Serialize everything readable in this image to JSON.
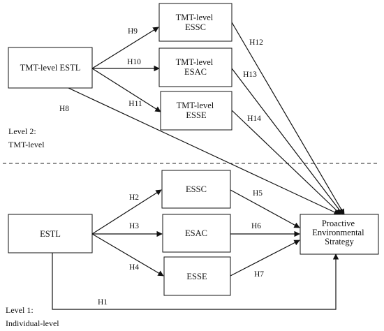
{
  "nodes": {
    "tmt_estl": {
      "label": [
        "TMT-level ESTL"
      ]
    },
    "tmt_essc": {
      "label": [
        "TMT-level",
        "ESSC"
      ]
    },
    "tmt_esac": {
      "label": [
        "TMT-level",
        "ESAC"
      ]
    },
    "tmt_esse": {
      "label": [
        "TMT-level",
        "ESSE"
      ]
    },
    "estl": {
      "label": [
        "ESTL"
      ]
    },
    "essc": {
      "label": [
        "ESSC"
      ]
    },
    "esac": {
      "label": [
        "ESAC"
      ]
    },
    "esse": {
      "label": [
        "ESSE"
      ]
    },
    "pes": {
      "label": [
        "Proactive",
        "Environmental",
        "Strategy"
      ]
    }
  },
  "hypotheses": {
    "h1": "H1",
    "h2": "H2",
    "h3": "H3",
    "h4": "H4",
    "h5": "H5",
    "h6": "H6",
    "h7": "H7",
    "h8": "H8",
    "h9": "H9",
    "h10": "H10",
    "h11": "H11",
    "h12": "H12",
    "h13": "H13",
    "h14": "H14"
  },
  "levels": {
    "level2": [
      "Level 2:",
      "TMT-level"
    ],
    "level1": [
      "Level 1:",
      "Individual-level"
    ]
  }
}
